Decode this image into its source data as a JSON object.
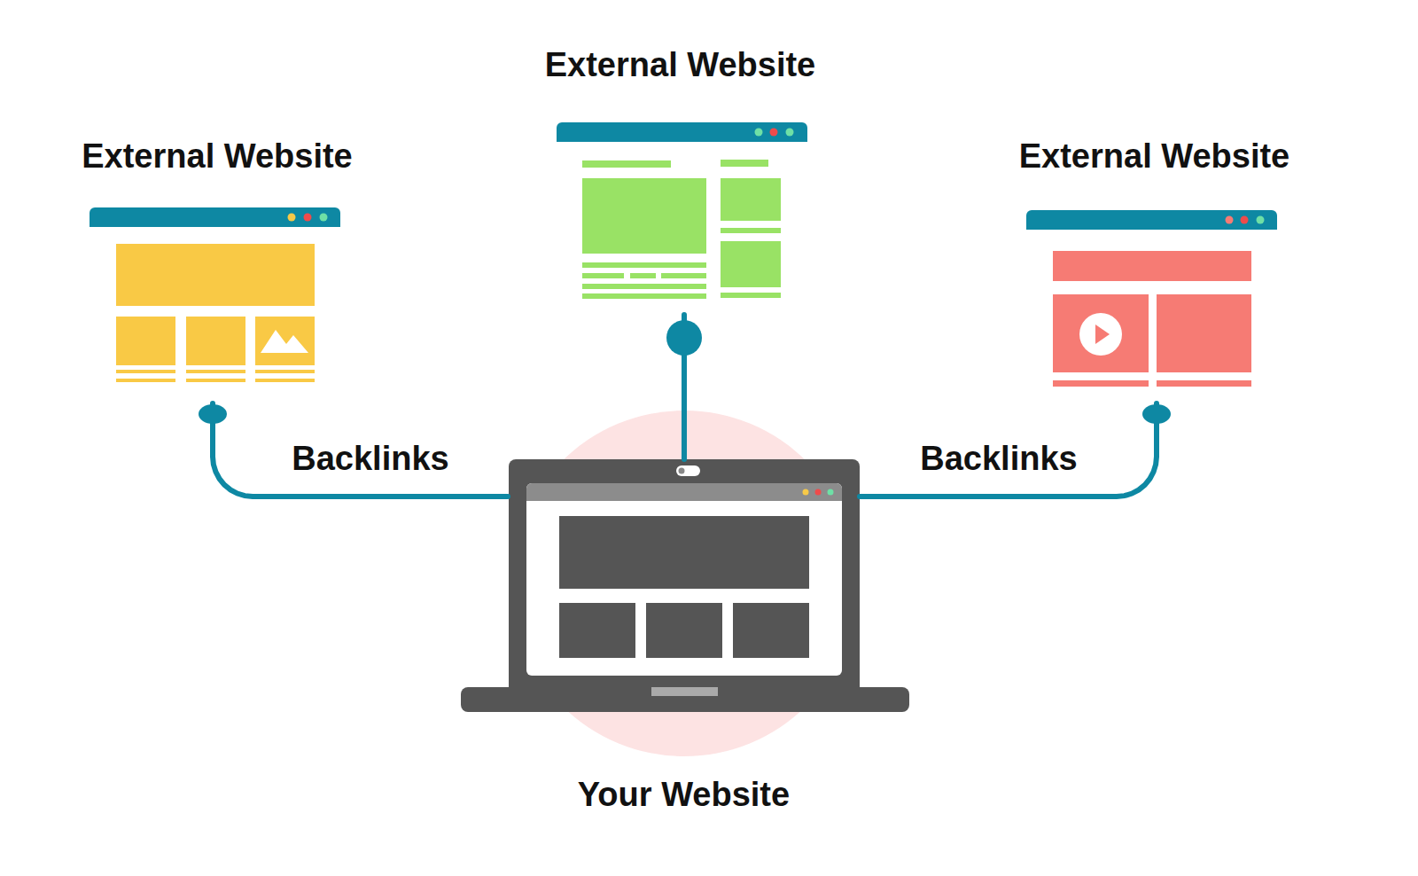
{
  "diagram": {
    "nodes": [
      {
        "text": [
          "External Website"
        ]
      },
      {
        "text": [
          "External Website"
        ]
      },
      {
        "text": [
          "External Website"
        ]
      },
      {
        "text": [
          "Your Website"
        ]
      }
    ],
    "edges": [
      {
        "from": 0,
        "to": 3,
        "label": "Backlinks",
        "arrow": "none"
      },
      {
        "from": 1,
        "to": 3,
        "arrow": "none"
      },
      {
        "from": 2,
        "to": 3,
        "label": "Backlinks",
        "arrow": "none"
      }
    ]
  }
}
